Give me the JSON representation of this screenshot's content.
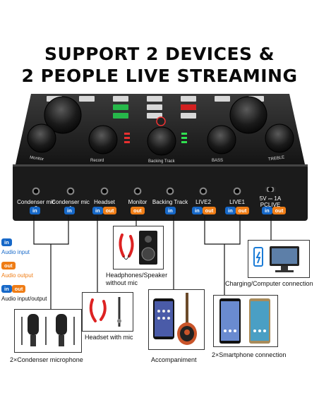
{
  "headline": {
    "line1": "SUPPORT 2 DEVICES &",
    "line2": "2 PEOPLE LIVE STREAMING"
  },
  "device": {
    "labels": [
      "Monitor",
      "Record",
      "Backing Track",
      "BASS",
      "TREBLE"
    ],
    "ports": [
      {
        "name": "Condenser mic 2",
        "tags": [
          "in"
        ]
      },
      {
        "name": "Condenser mic 1",
        "tags": [
          "in"
        ]
      },
      {
        "name": "Headset",
        "tags": [
          "in",
          "out"
        ]
      },
      {
        "name": "Monitor",
        "tags": [
          "out"
        ]
      },
      {
        "name": "Backing Track",
        "tags": [
          "in"
        ]
      },
      {
        "name": "LIVE2",
        "tags": [
          "in",
          "out"
        ]
      },
      {
        "name": "LIVE1",
        "tags": [
          "in",
          "out"
        ]
      },
      {
        "name": "5V ⎓ 1A PCLIVE",
        "tags": [
          "in",
          "out"
        ]
      }
    ]
  },
  "legend": {
    "in_tag": "in",
    "in_label": "Audio input",
    "out_tag": "out",
    "out_label": "Audio output",
    "inout_in": "in",
    "inout_out": "out",
    "inout_label_in": "Audio input",
    "inout_slash": "/",
    "inout_label_out": "output"
  },
  "captions": {
    "speaker": "Headphones/Speaker without mic",
    "headset": "Headset with mic",
    "accompaniment": "Accompaniment",
    "charging": "Charging/Computer connection",
    "smartphone": "2×Smartphone connection",
    "mics": "2×Condenser microphone"
  },
  "colors": {
    "in": "#1668c8",
    "out": "#ef7d16",
    "device_body": "#1b1b1b"
  }
}
